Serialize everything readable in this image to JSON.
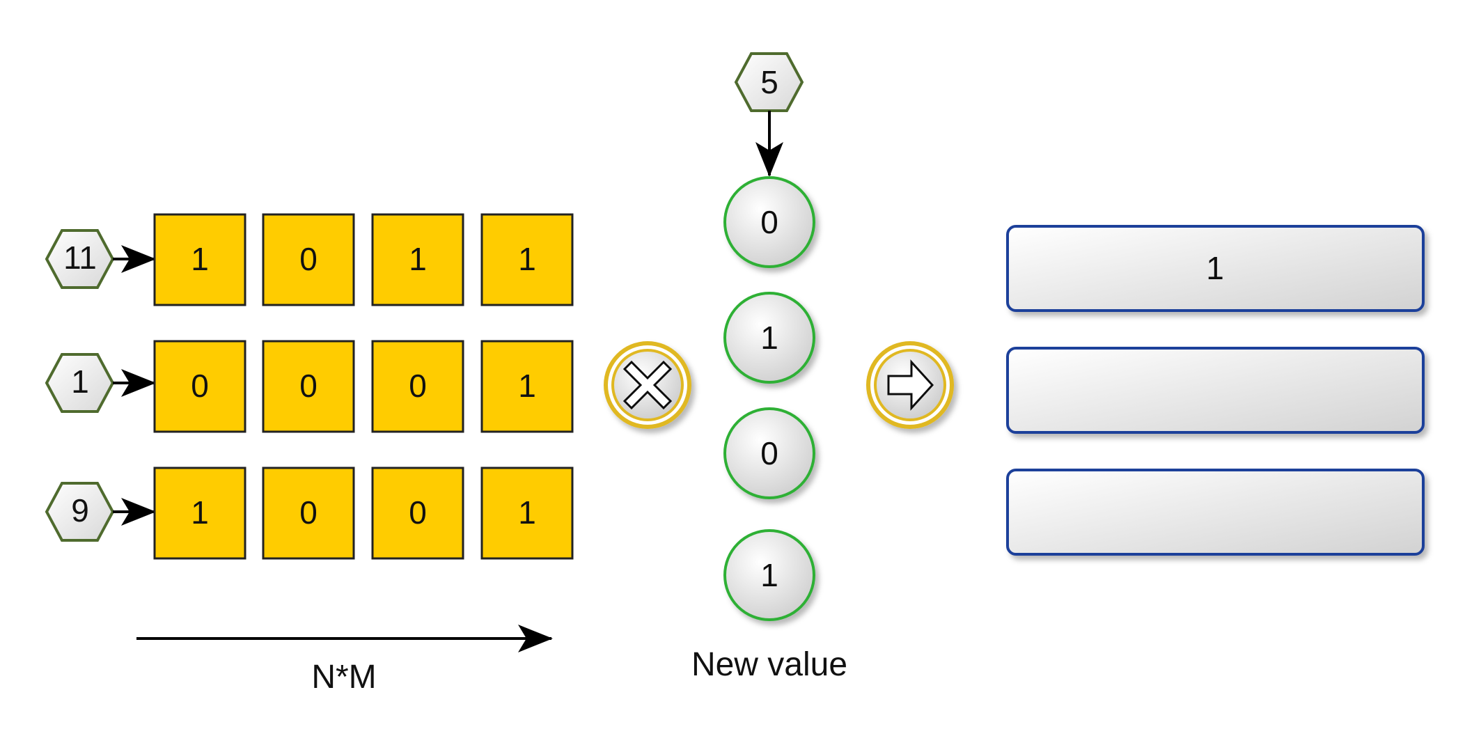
{
  "matrix": {
    "row_values": [
      "11",
      "1",
      "9"
    ],
    "rows": [
      [
        "1",
        "0",
        "1",
        "1"
      ],
      [
        "0",
        "0",
        "0",
        "1"
      ],
      [
        "1",
        "0",
        "0",
        "1"
      ]
    ],
    "axis_label": "N*M"
  },
  "new_value": {
    "input": "5",
    "bits": [
      "0",
      "1",
      "0",
      "1"
    ],
    "label": "New value"
  },
  "operators": {
    "multiply_icon": "multiply-icon",
    "arrow_icon": "arrow-right-icon"
  },
  "results": [
    "1",
    "",
    ""
  ],
  "colors": {
    "cell_fill": "#FFCC00",
    "hex_stroke": "#4F6B2E",
    "circle_stroke": "#2DB035",
    "operator_ring": "#E0B820",
    "result_border": "#1F3F9A"
  }
}
